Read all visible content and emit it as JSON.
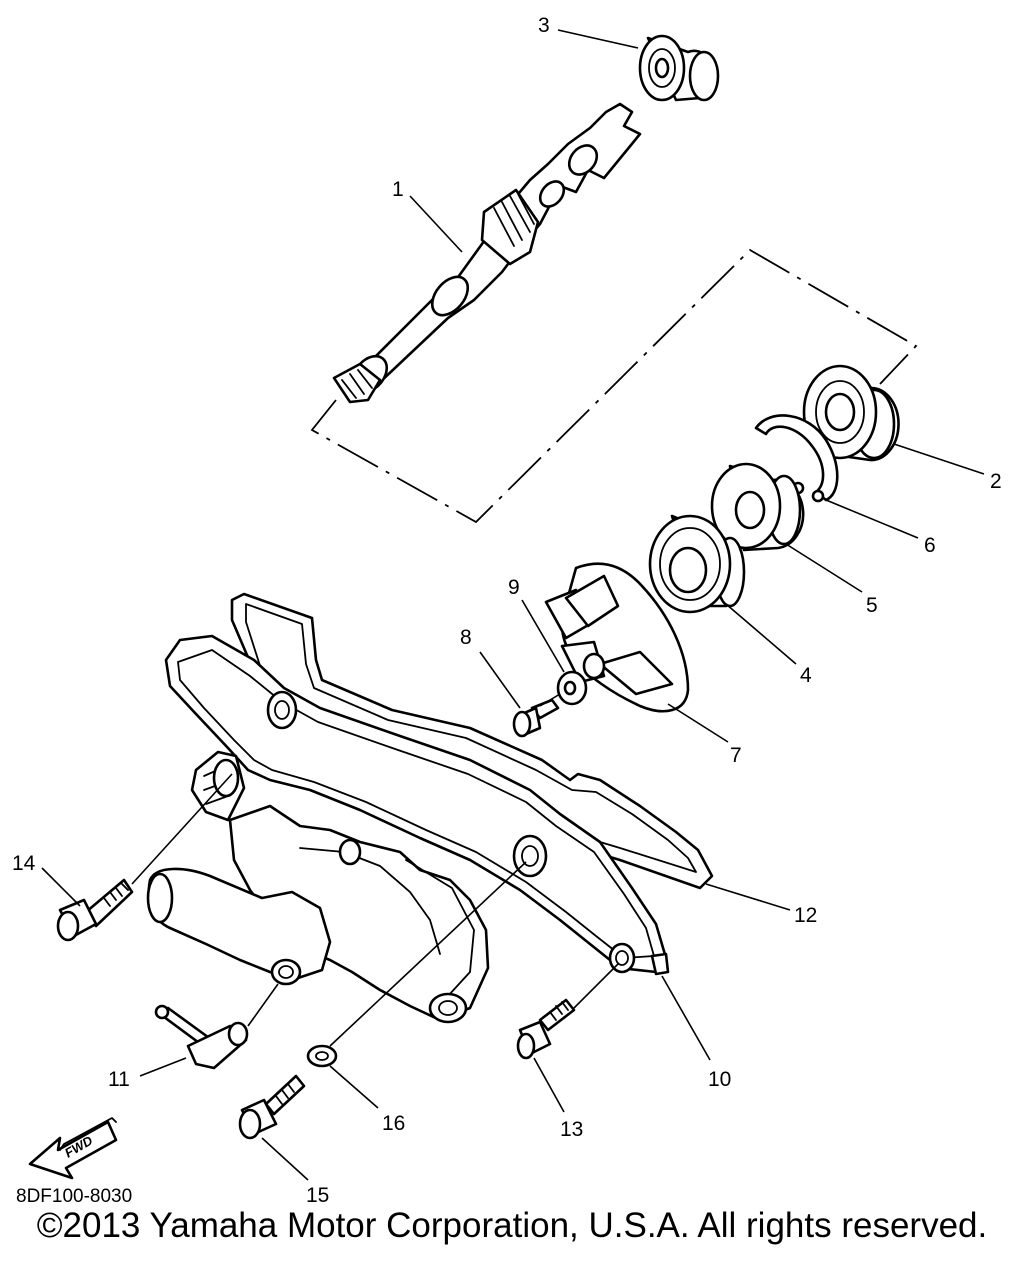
{
  "callouts": {
    "c1": "1",
    "c2": "2",
    "c3": "3",
    "c4": "4",
    "c5": "5",
    "c6": "6",
    "c7": "7",
    "c8": "8",
    "c9": "9",
    "c10": "10",
    "c11": "11",
    "c12": "12",
    "c13": "13",
    "c14": "14",
    "c15": "15",
    "c16": "16"
  },
  "fwd_label": "FWD",
  "diagram_code": "8DF100-8030",
  "copyright": "©2013 Yamaha Motor Corporation, U.S.A. All rights reserved."
}
